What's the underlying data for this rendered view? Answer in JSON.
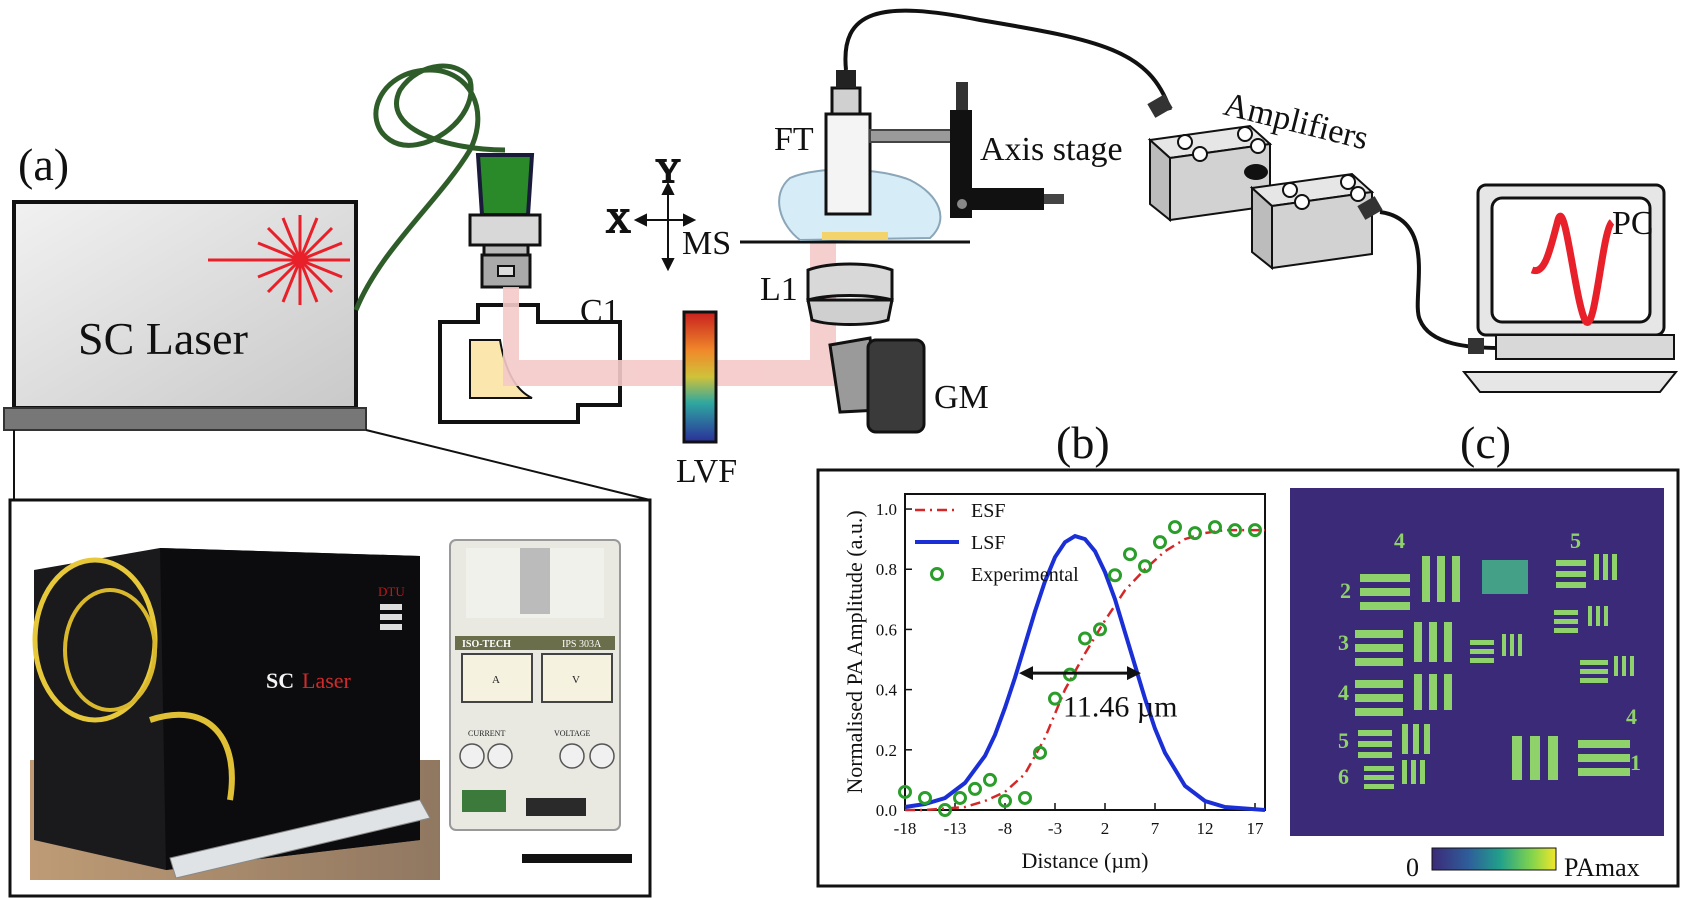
{
  "panels": {
    "a": "(a)",
    "b": "(b)",
    "c": "(c)"
  },
  "setup": {
    "sc_laser": "SC Laser",
    "c1": "C1",
    "lvf": "LVF",
    "gm": "GM",
    "l1": "L1",
    "ms": "MS",
    "ft": "FT",
    "axis_stage": "Axis stage",
    "amplifiers": "Amplifiers",
    "pc": "PC",
    "axis_x": "X",
    "axis_y": "Y"
  },
  "photo": {
    "box_brand": "DTU",
    "box_label_sc": "SC",
    "box_label_laser": "Laser",
    "psu_brand": "ISO-TECH",
    "psu_model": "IPS 303A",
    "psu_current": "CURRENT",
    "psu_voltage": "VOLTAGE",
    "meter_a": "A",
    "meter_v": "V"
  },
  "chart_data": {
    "type": "line",
    "xlabel": "Distance (µm)",
    "ylabel": "Normalised PA Amplitude (a.u.)",
    "xlim": [
      -18,
      18
    ],
    "ylim": [
      0,
      1.05
    ],
    "x_ticks": [
      -18,
      -13,
      -8,
      -3,
      2,
      7,
      12,
      17
    ],
    "y_ticks": [
      0.0,
      0.2,
      0.4,
      0.6,
      0.8,
      1.0
    ],
    "x_tick_labels": [
      "-18",
      "-13",
      "-8",
      "-3",
      "2",
      "7",
      "12",
      "17"
    ],
    "y_tick_labels": [
      "0.0",
      "0.2",
      "0.4",
      "0.6",
      "0.8",
      "1.0"
    ],
    "series": [
      {
        "name": "ESF",
        "style": "dash-dot",
        "color": "#d62728",
        "x": [
          -18,
          -16,
          -14,
          -12,
          -10,
          -8,
          -6,
          -4,
          -2,
          0,
          2,
          4,
          6,
          8,
          10,
          12,
          14,
          16,
          18
        ],
        "y": [
          0.0,
          0.0,
          0.005,
          0.01,
          0.03,
          0.06,
          0.12,
          0.24,
          0.4,
          0.52,
          0.63,
          0.73,
          0.8,
          0.86,
          0.9,
          0.92,
          0.93,
          0.93,
          0.93
        ]
      },
      {
        "name": "LSF",
        "style": "solid",
        "color": "#1a2fd6",
        "x": [
          -18,
          -16,
          -14,
          -12,
          -10,
          -9,
          -8,
          -7,
          -6,
          -5,
          -4,
          -3,
          -2,
          -1,
          0,
          1,
          2,
          3,
          4,
          5,
          6,
          7,
          8,
          10,
          12,
          14,
          16,
          18
        ],
        "y": [
          0.01,
          0.02,
          0.04,
          0.09,
          0.18,
          0.25,
          0.34,
          0.44,
          0.55,
          0.66,
          0.76,
          0.84,
          0.89,
          0.91,
          0.9,
          0.86,
          0.79,
          0.7,
          0.59,
          0.48,
          0.37,
          0.27,
          0.19,
          0.08,
          0.03,
          0.01,
          0.005,
          0.0
        ]
      },
      {
        "name": "Experimental",
        "style": "marker",
        "color": "#2a9d2a",
        "x": [
          -18,
          -16,
          -14,
          -12.5,
          -11,
          -9.5,
          -8,
          -6,
          -4.5,
          -3,
          -1.5,
          0,
          1.5,
          3,
          4.5,
          6,
          7.5,
          9,
          11,
          13,
          15,
          17
        ],
        "y": [
          0.06,
          0.04,
          0.0,
          0.04,
          0.07,
          0.1,
          0.03,
          0.04,
          0.19,
          0.37,
          0.45,
          0.57,
          0.6,
          0.78,
          0.85,
          0.81,
          0.89,
          0.94,
          0.92,
          0.94,
          0.93,
          0.93
        ]
      }
    ],
    "annotation": "11.46 µm",
    "legend_position": "top-left"
  },
  "colorbar": {
    "min_label": "0",
    "max_label": "PAmax"
  },
  "usaf_labels": [
    "4",
    "5",
    "2",
    "3",
    "4",
    "5",
    "6",
    "4",
    "1"
  ],
  "colors": {
    "laser_red": "#e8202a",
    "beam": "#f5c9c9",
    "fiber_green": "#2f5d2a",
    "usaf_bg": "#3b2a78",
    "usaf_bar": "#8fd16a"
  }
}
